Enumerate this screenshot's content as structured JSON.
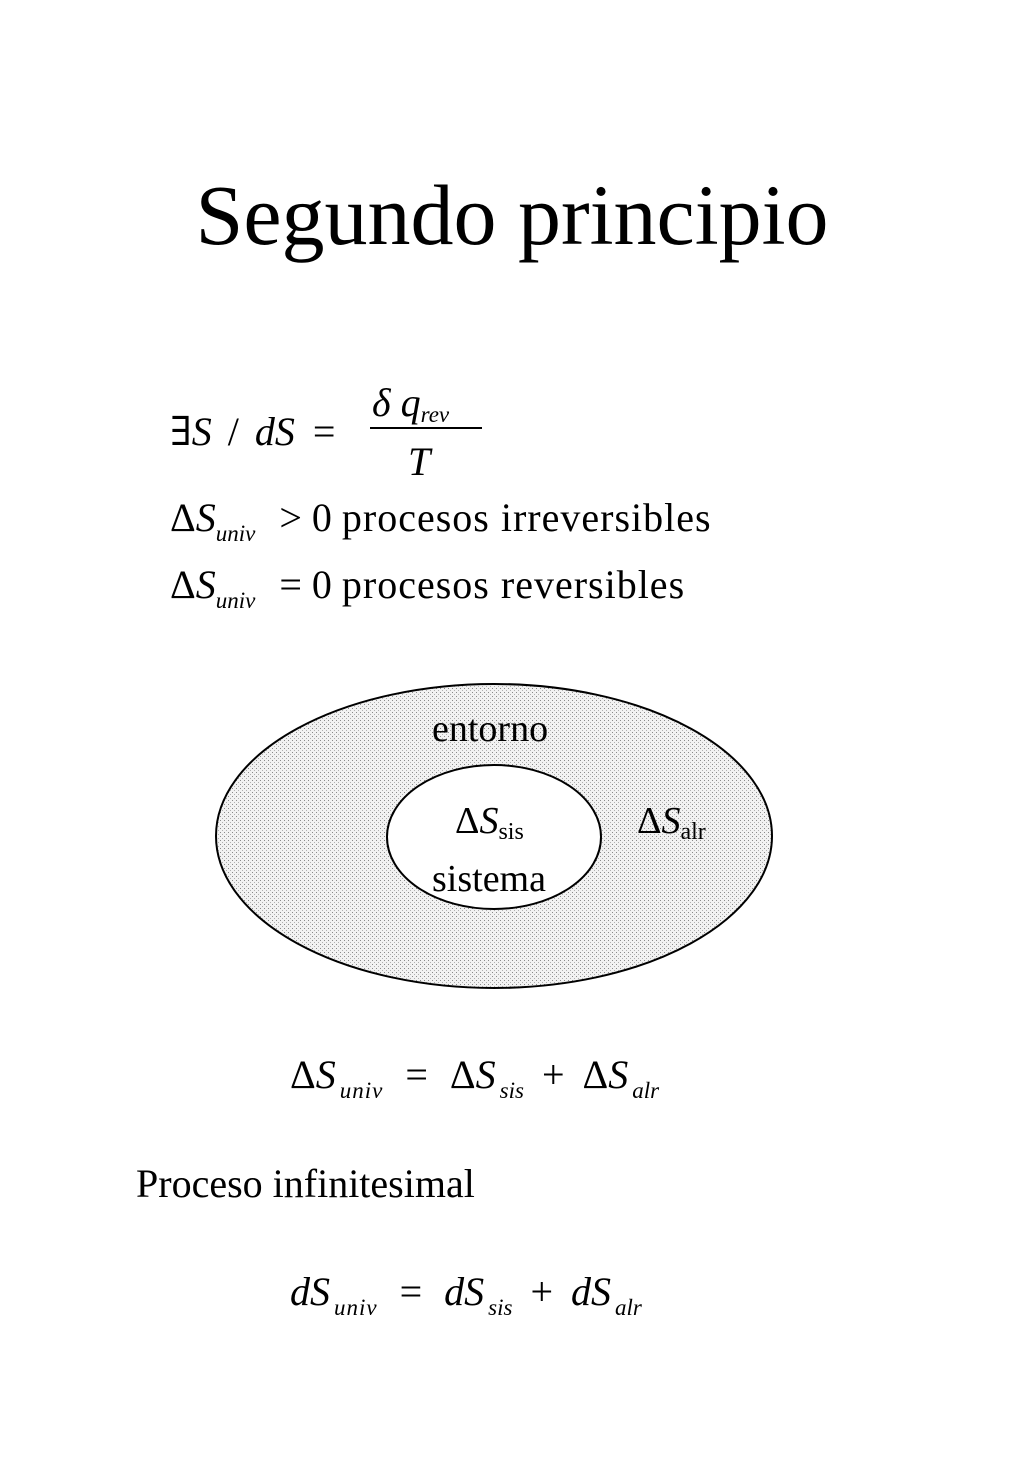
{
  "title": "Segundo principio",
  "definition": {
    "exists": "∃",
    "S": "S",
    "slash": "/",
    "dS": "dS",
    "equals": "=",
    "numerator_delta": "δ",
    "numerator_q": "q",
    "numerator_sub": "rev",
    "denominator": "T"
  },
  "conditions": [
    {
      "delta": "Δ",
      "S": "S",
      "sub": "univ",
      "relation": "> 0",
      "text": "procesos irreversibles"
    },
    {
      "delta": "Δ",
      "S": "S",
      "sub": "univ",
      "relation": "= 0",
      "text": "procesos reversibles"
    }
  ],
  "diagram": {
    "outer_label": "entorno",
    "inner_label": "sistema",
    "inner_symbol": {
      "delta": "Δ",
      "S": "S",
      "sub": "sis"
    },
    "outer_symbol": {
      "delta": "Δ",
      "S": "S",
      "sub": "alr"
    }
  },
  "sum_equation": {
    "lhs_delta": "Δ",
    "lhs_S": "S",
    "lhs_sub": "univ",
    "equals": "=",
    "t1_delta": "Δ",
    "t1_S": "S",
    "t1_sub": "sis",
    "plus": "+",
    "t2_delta": "Δ",
    "t2_S": "S",
    "t2_sub": "alr"
  },
  "section_label": "Proceso infinitesimal",
  "infinitesimal_equation": {
    "lhs": "dS",
    "lhs_sub": "univ",
    "equals": "=",
    "t1": "dS",
    "t1_sub": "sis",
    "plus": "+",
    "t2": "dS",
    "t2_sub": "alr"
  }
}
